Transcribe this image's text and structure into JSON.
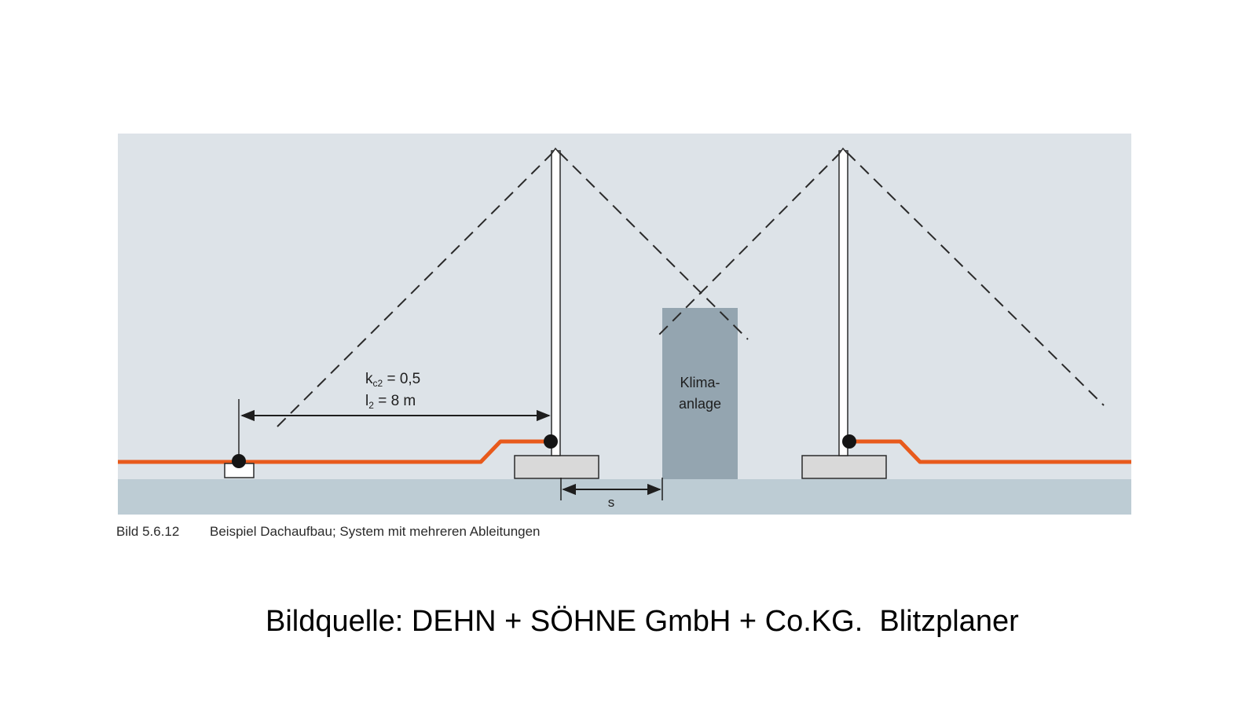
{
  "diagram": {
    "coefficient_label": "k",
    "coefficient_subscript": "c2",
    "coefficient_value": " = 0,5",
    "length_label": "l",
    "length_subscript": "2",
    "length_value": " = 8 m",
    "separation_label": "s",
    "ac_unit_line1": "Klima-",
    "ac_unit_line2": "anlage"
  },
  "caption": {
    "number": "Bild 5.6.12",
    "text": "Beispiel Dachaufbau; System mit mehreren Ableitungen"
  },
  "source": "Bildquelle: DEHN + SÖHNE GmbH + Co.KG.  Blitzplaner",
  "colors": {
    "background": "#dde3e8",
    "roof": "#bdccd4",
    "conductor": "#e85a1c",
    "ac_unit": "#94a5b0",
    "base": "#d9d9d9"
  }
}
